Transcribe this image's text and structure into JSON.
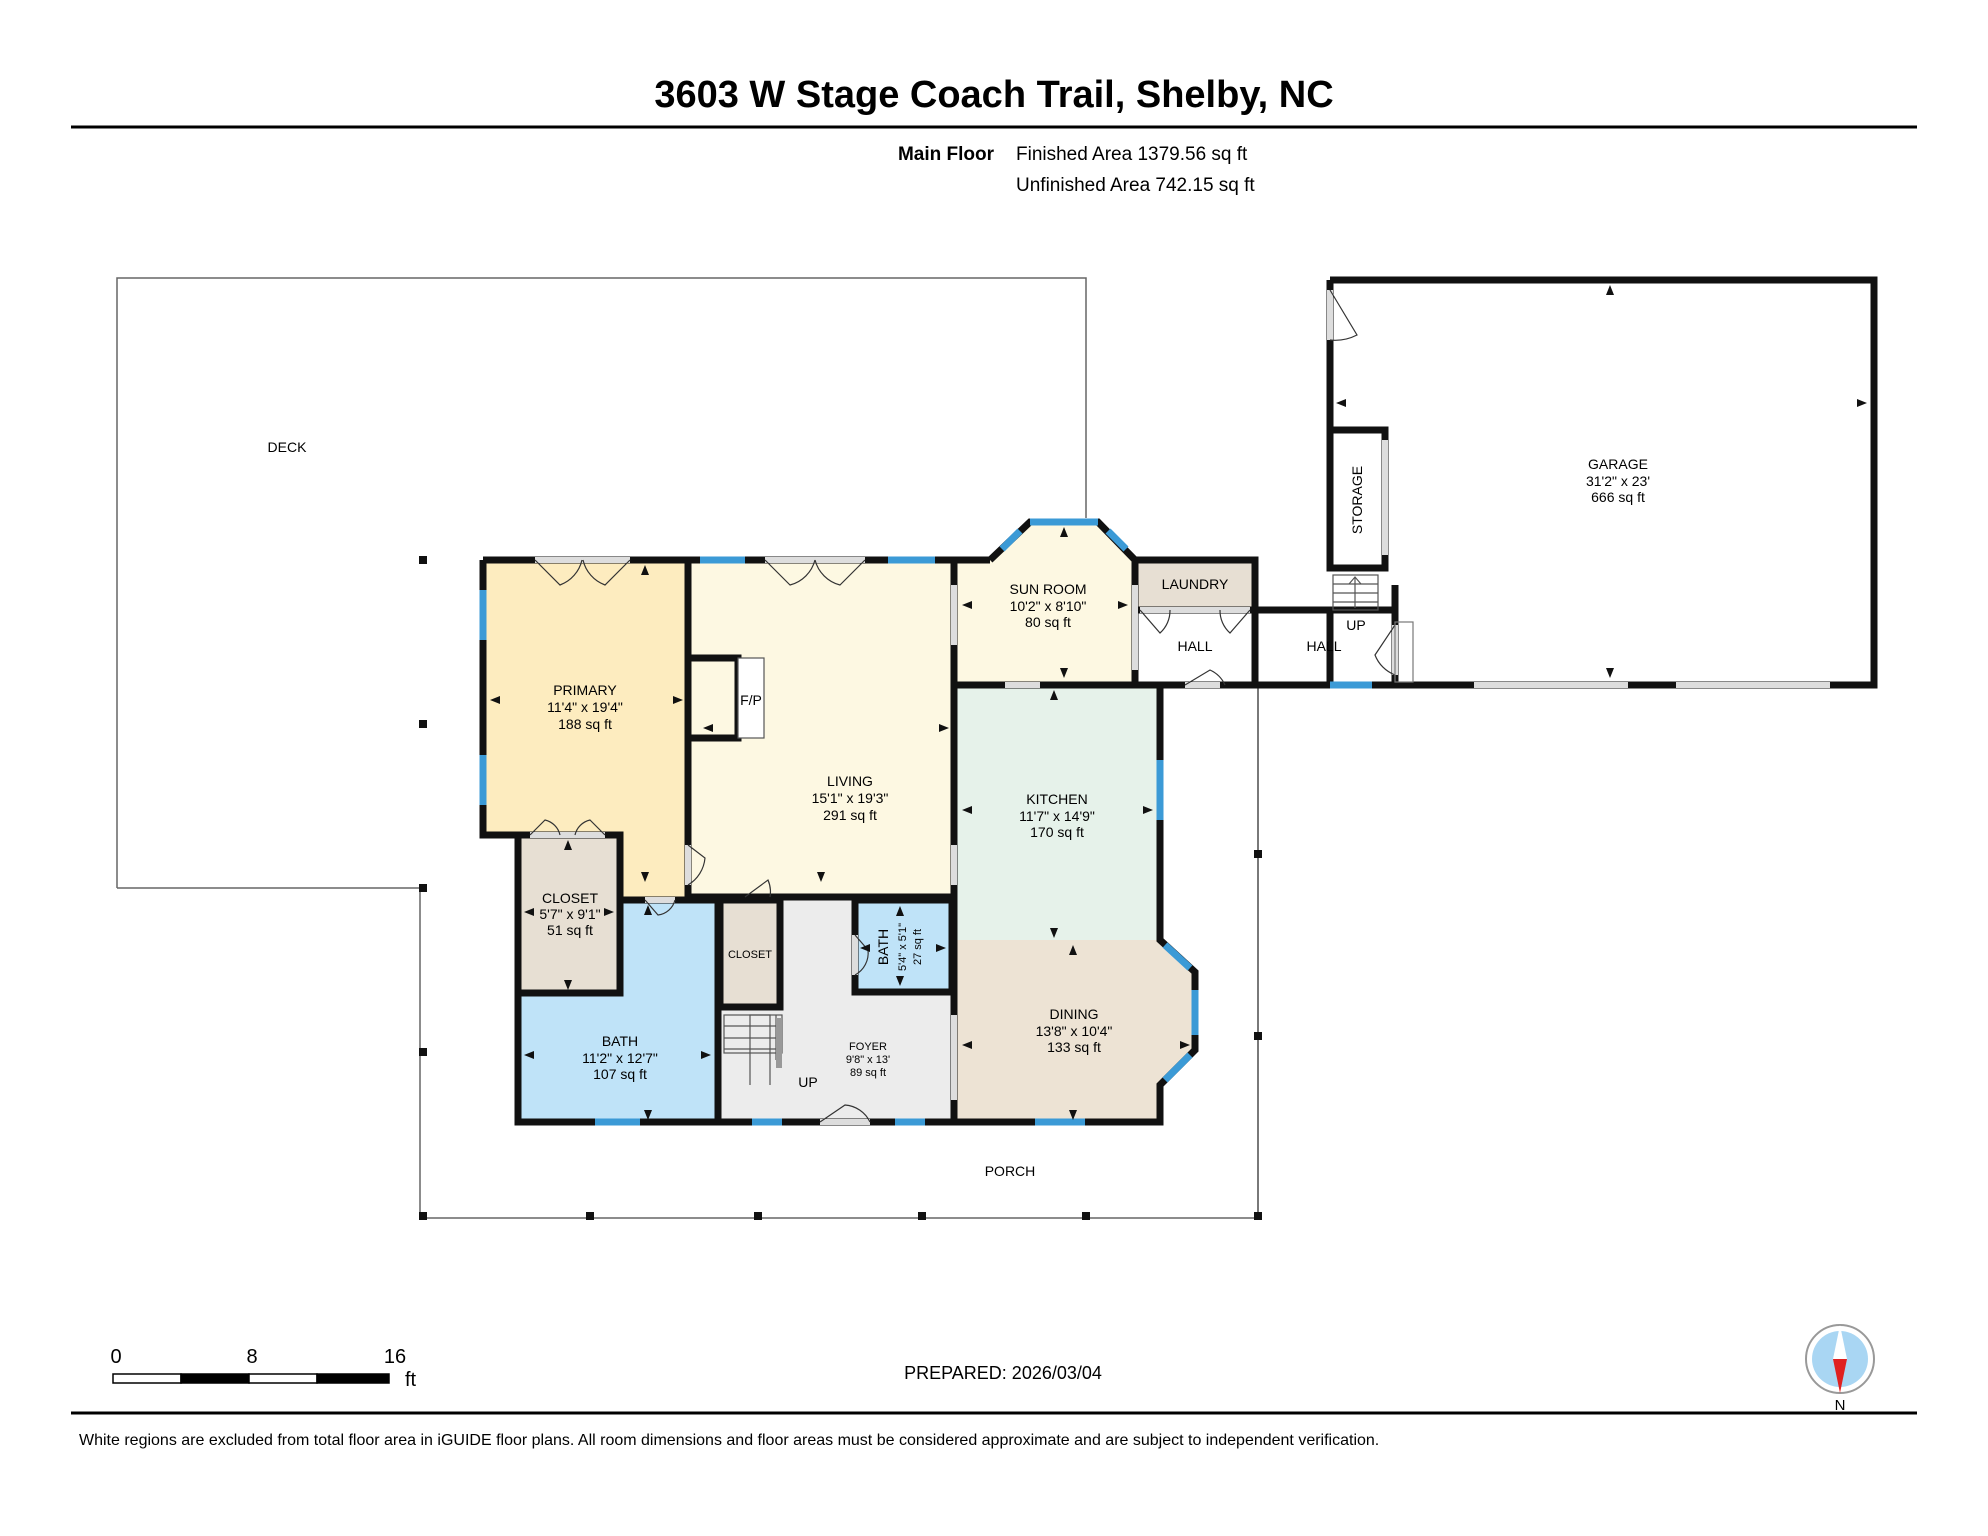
{
  "header": {
    "address": "3603 W Stage Coach Trail, Shelby, NC"
  },
  "floor": {
    "name": "Main Floor",
    "finished_area": "Finished Area 1379.56 sq ft",
    "unfinished_area": "Unfinished Area 742.15 sq ft"
  },
  "rooms": {
    "deck": {
      "name": "DECK"
    },
    "primary": {
      "name": "PRIMARY",
      "dims": "11'4\" x 19'4\"",
      "area": "188 sq ft",
      "fill": "#fdecbf"
    },
    "living": {
      "name": "LIVING",
      "dims": "15'1\" x 19'3\"",
      "area": "291 sq ft",
      "fill": "#fdf8e2",
      "fireplace": "F/P"
    },
    "sun_room": {
      "name": "SUN ROOM",
      "dims": "10'2\" x 8'10\"",
      "area": "80 sq ft",
      "fill": "#fdf8e2"
    },
    "laundry": {
      "name": "LAUNDRY",
      "fill": "#e7dfd3"
    },
    "hall_1": {
      "name": "HALL"
    },
    "hall_2": {
      "name": "HALL",
      "stair": "UP"
    },
    "storage": {
      "name": "STORAGE"
    },
    "garage": {
      "name": "GARAGE",
      "dims": "31'2\" x 23'",
      "area": "666 sq ft"
    },
    "kitchen": {
      "name": "KITCHEN",
      "dims": "11'7\" x 14'9\"",
      "area": "170 sq ft",
      "fill": "#e6f2ea"
    },
    "closet_primary": {
      "name": "CLOSET",
      "dims": "5'7\" x 9'1\"",
      "area": "51 sq ft",
      "fill": "#e7dfd3"
    },
    "bath_primary": {
      "name": "BATH",
      "dims": "11'2\" x 12'7\"",
      "area": "107 sq ft",
      "fill": "#bfe3f8"
    },
    "closet_foyer": {
      "name": "CLOSET",
      "fill": "#e7dfd3"
    },
    "bath_half": {
      "name": "BATH",
      "dims": "5'4\" x 5'1\"",
      "area": "27 sq ft",
      "fill": "#bfe3f8"
    },
    "foyer": {
      "name": "FOYER",
      "dims": "9'8\" x 13'",
      "area": "89 sq ft",
      "stair": "UP",
      "fill": "#ececec"
    },
    "dining": {
      "name": "DINING",
      "dims": "13'8\" x 10'4\"",
      "area": "133 sq ft",
      "fill": "#ede3d4"
    },
    "porch": {
      "name": "PORCH"
    }
  },
  "scale": {
    "labels": [
      "0",
      "8",
      "16"
    ],
    "unit": "ft"
  },
  "prepared": "PREPARED: 2026/03/04",
  "compass": {
    "label": "N"
  },
  "footer": {
    "disclaimer": "White regions are excluded from total floor area in iGUIDE floor plans. All room dimensions and floor areas must be considered approximate and are subject to independent verification."
  },
  "colors": {
    "wall": "#111111",
    "window": "#3b9ad6",
    "door_opening": "#dddddd",
    "outline": "#555555"
  }
}
